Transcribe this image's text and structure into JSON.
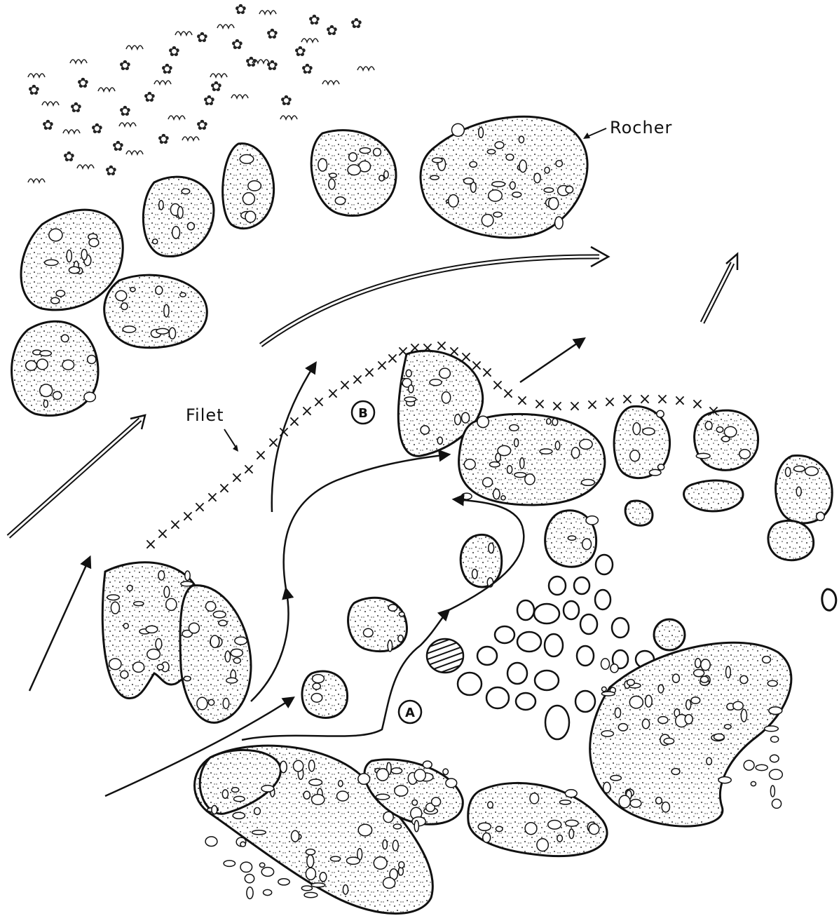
{
  "labels": {
    "rock": "Rocher",
    "net": "Filet",
    "point_a": "A",
    "point_b": "B"
  },
  "icons": {
    "net_mark": "×",
    "vegetation": "✿"
  },
  "colors": {
    "ink": "#111111",
    "paper": "#ffffff"
  }
}
